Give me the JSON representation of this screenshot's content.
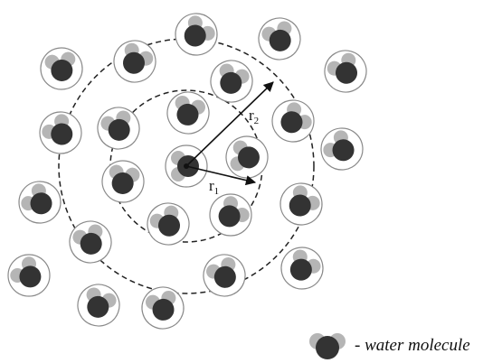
{
  "labels": {
    "r1_main": "r",
    "r1_sub": "1",
    "r2_main": "r",
    "r2_sub": "2",
    "legend": "- water molecule"
  },
  "colors": {
    "oxygen": "#333333",
    "hydrogen": "#b5b5b5",
    "shell_stroke": "#8a8a8a",
    "arrow": "#111111",
    "dashed_circle": "#222222"
  }
}
